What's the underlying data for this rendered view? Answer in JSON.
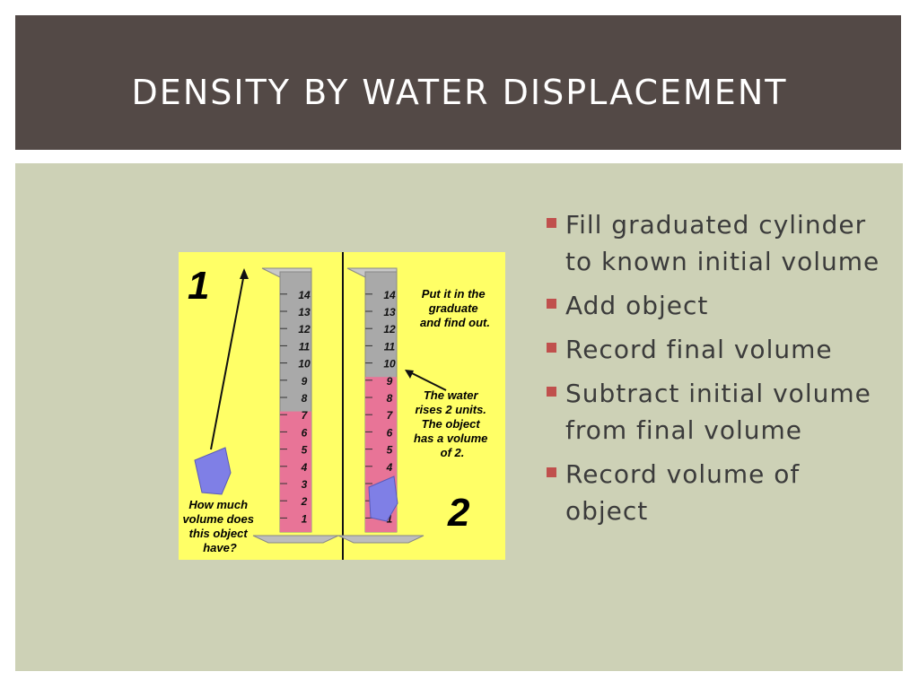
{
  "slide": {
    "title": "DENSITY BY WATER DISPLACEMENT"
  },
  "bullets": [
    "Fill graduated cylinder to known initial volume",
    "Add object",
    "Record final volume",
    "Subtract initial volume from final volume",
    "Record volume of object"
  ],
  "figure": {
    "panel1": {
      "number": "1",
      "question": [
        "How much",
        "volume does",
        "this object",
        "have?"
      ],
      "water_level": 7
    },
    "panel2": {
      "number": "2",
      "instruction": [
        "Put it in the",
        "graduate",
        "and find out."
      ],
      "note": [
        "The water",
        "rises 2 units.",
        "The object",
        "has a volume",
        "of 2."
      ],
      "water_level": 9
    },
    "scale": [
      "1",
      "2",
      "3",
      "4",
      "5",
      "6",
      "7",
      "8",
      "9",
      "10",
      "11",
      "12",
      "13",
      "14"
    ]
  },
  "colors": {
    "title_bar": "#534946",
    "content_bg": "#cdd1b6",
    "bullet_mark": "#c0504d",
    "figure_bg": "#ffff66",
    "water": "#e87497",
    "glass": "#a9a9a9",
    "object": "#7f7fe6"
  }
}
